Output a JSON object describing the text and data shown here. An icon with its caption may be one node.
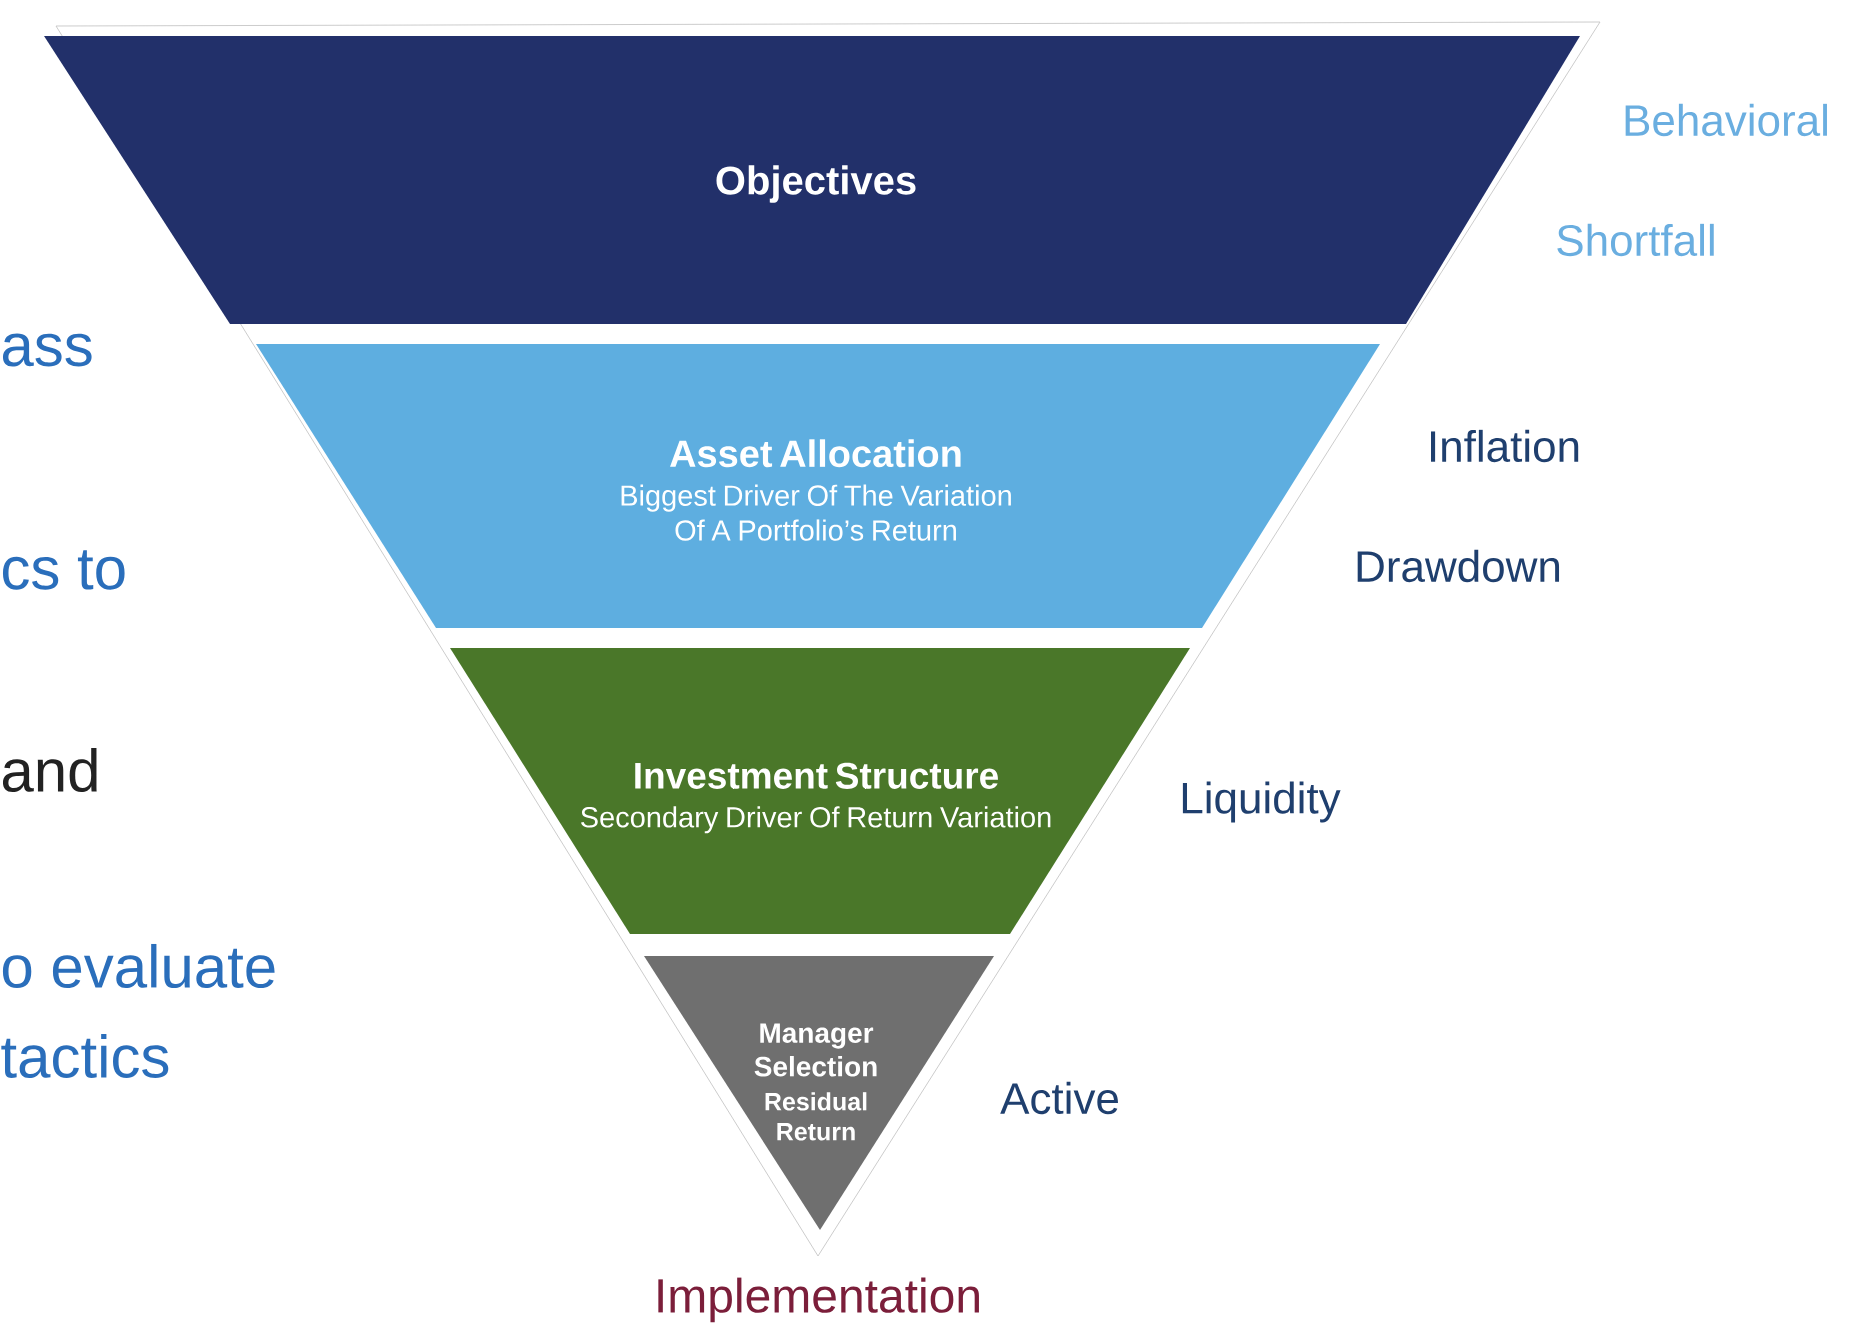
{
  "diagram": {
    "nodes": [
      {
        "text": [
          "Objectives"
        ],
        "beside": [
          "Behavioral",
          "Shortfall"
        ]
      },
      {
        "text": [
          "Asset Allocation",
          "Biggest Driver Of The Variation Of A Portfolio’s Return"
        ],
        "beside": [
          "Inflation",
          "Drawdown"
        ]
      },
      {
        "text": [
          "Investment Structure",
          "Secondary Driver Of Return Variation"
        ],
        "beside": [
          "Liquidity"
        ]
      },
      {
        "text": [
          "Manager Selection",
          "Residual Return"
        ],
        "beside": [
          "Active"
        ]
      }
    ],
    "labels": [
      "ass",
      "cs to",
      "and",
      "o evaluate",
      "tactics",
      "Implementation"
    ]
  }
}
